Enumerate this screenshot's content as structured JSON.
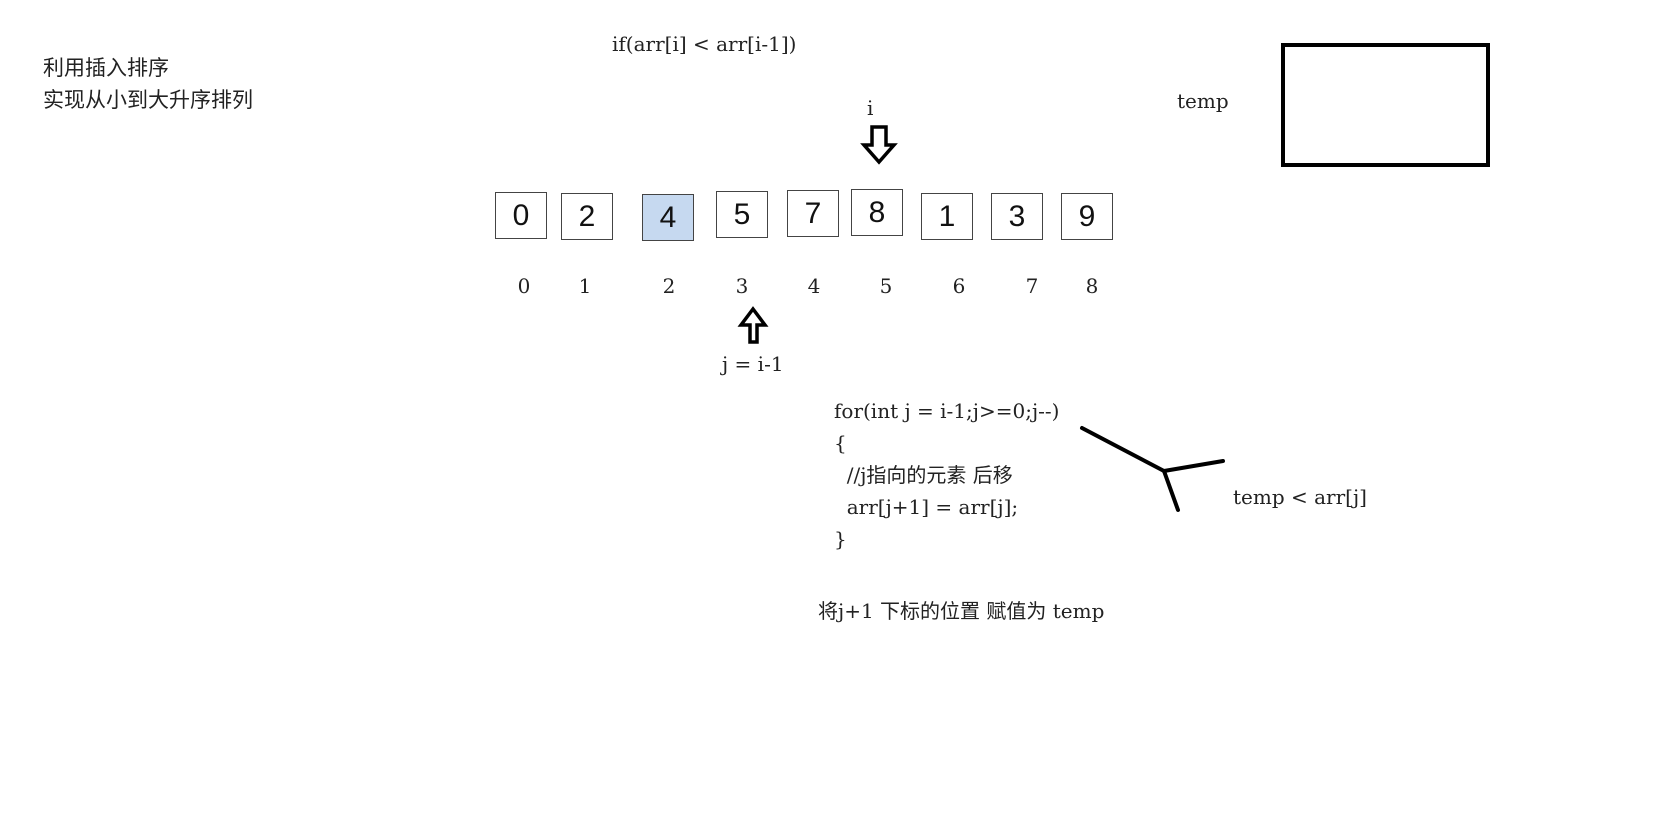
{
  "title_lines": [
    "利用插入排序",
    "实现从小到大升序排列"
  ],
  "condition": "if(arr[i] < arr[i-1])",
  "i_label": "i",
  "temp_label": "temp",
  "array": {
    "values": [
      "0",
      "2",
      "4",
      "5",
      "7",
      "8",
      "1",
      "3",
      "9"
    ],
    "indices": [
      "0",
      "1",
      "2",
      "3",
      "4",
      "5",
      "6",
      "7",
      "8"
    ],
    "highlighted_index": 2,
    "highlight_color": "#c6d9f0"
  },
  "j_label": "j = i-1",
  "loop_code": [
    "for(int j = i-1;j>=0;j--)",
    "{",
    "  //j指向的元素 后移",
    "  arr[j+1] = arr[j];",
    "}"
  ],
  "compare_label": "temp < arr[j]",
  "assign_label": "将j+1 下标的位置 赋值为 temp"
}
